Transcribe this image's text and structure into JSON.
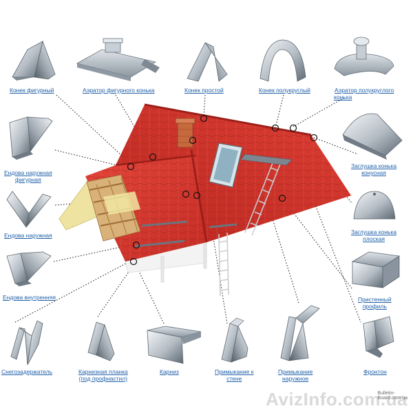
{
  "labels": {
    "konek_figurny": "Конек фигурный",
    "aerator_figurnogo": "Аэратор фигурного конька",
    "konek_prostoy": "Конек простой",
    "konek_polukrugly": "Конек полукруглый",
    "aerator_polukruglogo_1": "Аэратор полукруглого",
    "aerator_polukruglogo_2": "конька",
    "endova_nar_fig_1": "Ендова наружная",
    "endova_nar_fig_2": "фигурная",
    "zaglushka_konich_1": "Заглушка конька",
    "zaglushka_konich_2": "конусная",
    "endova_naruzhnaya": "Ендова наружная",
    "zaglushka_plosk_1": "Заглушка конька",
    "zaglushka_plosk_2": "плоская",
    "endova_vnutr": "Ендова внутренняя",
    "pristenny_1": "Пристенный",
    "pristenny_2": "профиль",
    "snegozaderzhatel": "Снегозадержатель",
    "karniz_planka_1": "Карнизная планка",
    "karniz_planka_2": "(под профнастил)",
    "karniz": "Карниз",
    "primykanie_k_stene_1": "Примыкание к",
    "primykanie_k_stene_2": "стене",
    "primykanie_nar_1": "Примыкание",
    "primykanie_nar_2": "наружное",
    "fronton": "Фронтон"
  },
  "watermark": {
    "main": "AvizInfo.com.ua",
    "small_1": "Bulletin-",
    "small_2": "Board.com.ua"
  },
  "colors": {
    "roof_red": "#d6372e",
    "roof_dark": "#a8221c",
    "gable_yellow": "#efe3a1",
    "metal_light": "#e9eef2",
    "metal_dark": "#6b7580",
    "label_blue": "#1f5fa8"
  }
}
